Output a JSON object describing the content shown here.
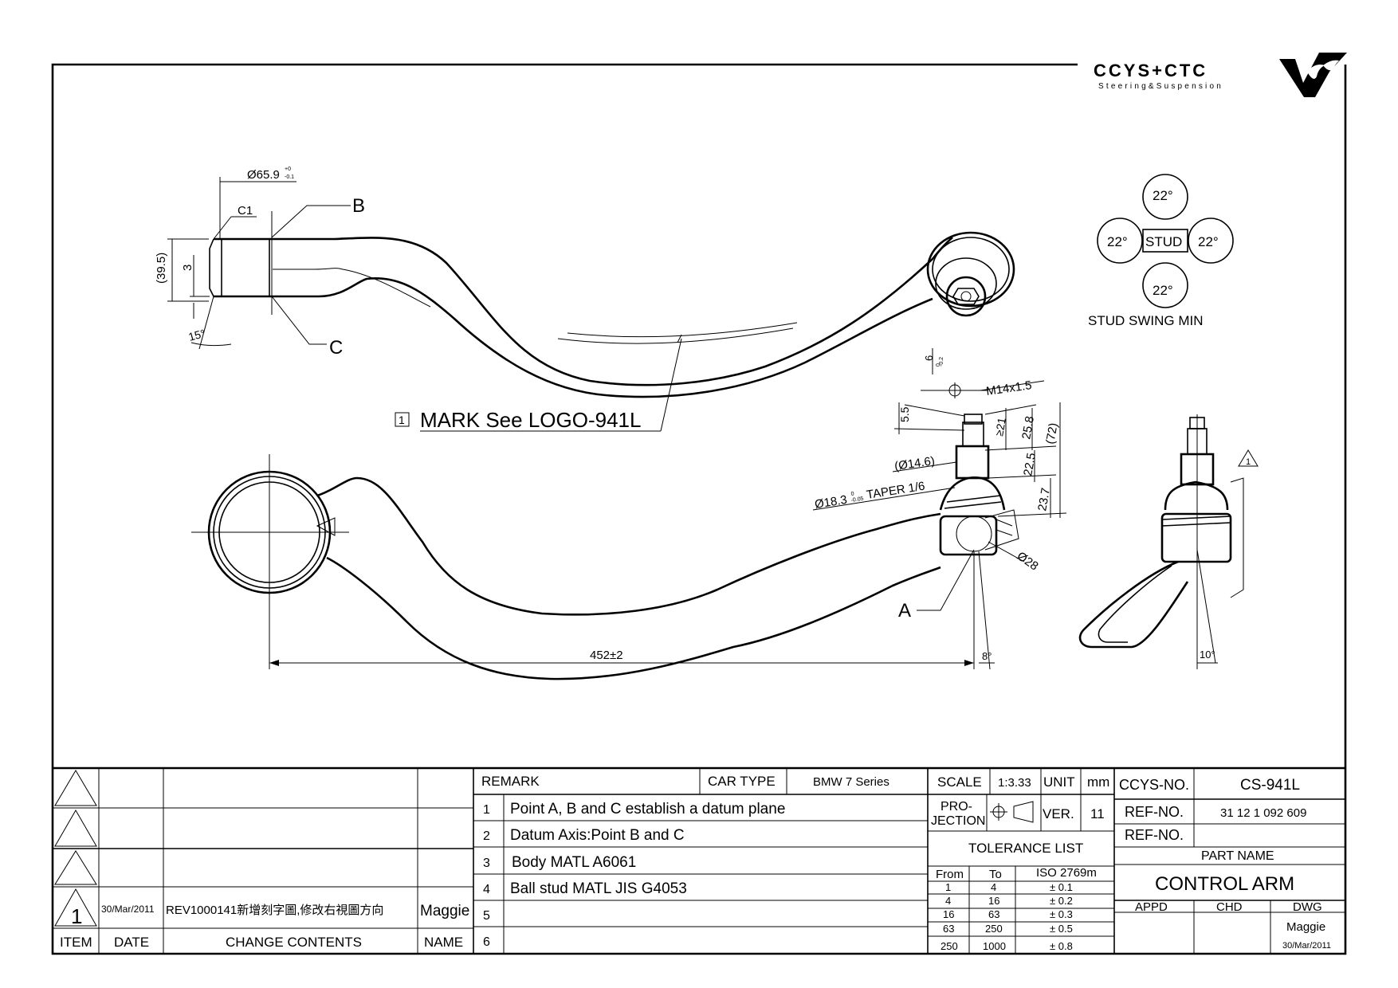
{
  "logo": {
    "brand": "CCYS+CTC",
    "tagline": "Steering&Suspension"
  },
  "drawing": {
    "mark_item": "1",
    "mark_note": "MARK See LOGO-941L",
    "dia_top": "Ø65.9",
    "dia_top_tol_upper": "+0",
    "dia_top_tol_lower": "-0.1",
    "chamfer": "C1",
    "point_b": "B",
    "point_c": "C",
    "point_a": "A",
    "dim_39_5": "(39.5)",
    "dim_3": "3",
    "angle_15": "15°",
    "length": "452±2",
    "angle_8": "8°",
    "angle_10": "10°",
    "thread": "M14x1.5",
    "dim_6": "6",
    "dim_6_tol_upper": "0",
    "dim_6_tol_lower": "-0.2",
    "dim_5_5": "5.5",
    "dim_21": "≥21",
    "dim_25_8": "25.8",
    "dim_22_5": "22.5",
    "dim_23_7": "23.7",
    "dim_72": "(72)",
    "dim_14_6": "(Ø14.6)",
    "taper": "Ø18.3",
    "taper_tol_upper": "0",
    "taper_tol_lower": "-0.05",
    "taper_label": "TAPER 1/6",
    "dim_28": "Ø28",
    "stud_top": "22°",
    "stud_left": "22°",
    "stud_right": "22°",
    "stud_bottom": "22°",
    "stud_center": "STUD",
    "stud_caption": "STUD SWING MIN",
    "warn_mark": "1"
  },
  "revisions": {
    "rows": [
      {
        "item": "",
        "date": "",
        "contents": "",
        "name": ""
      },
      {
        "item": "",
        "date": "",
        "contents": "",
        "name": ""
      },
      {
        "item": "",
        "date": "",
        "contents": "",
        "name": ""
      },
      {
        "item": "1",
        "date": "30/Mar/2011",
        "contents": "REV1000141新增刻字圖,修改右視圖方向",
        "name": "Maggie"
      }
    ],
    "header": {
      "item": "ITEM",
      "date": "DATE",
      "contents": "CHANGE CONTENTS",
      "name": "NAME"
    }
  },
  "remarks": {
    "header": "REMARK",
    "car_type_label": "CAR TYPE",
    "car_type": "BMW 7 Series",
    "items": [
      {
        "no": "1",
        "text": "Point A, B and C establish a datum plane"
      },
      {
        "no": "2",
        "text": "Datum Axis:Point B and C"
      },
      {
        "no": "3",
        "text": "Body MATL A6061"
      },
      {
        "no": "4",
        "text": "Ball stud MATL JIS G4053"
      },
      {
        "no": "5",
        "text": ""
      },
      {
        "no": "6",
        "text": ""
      }
    ]
  },
  "specs": {
    "scale_label": "SCALE",
    "scale": "1:3.33",
    "unit_label": "UNIT",
    "unit": "mm",
    "projection_label_1": "PRO-",
    "projection_label_2": "JECTION",
    "ver_label": "VER.",
    "ver": "11",
    "tolerance_title": "TOLERANCE LIST",
    "tolerance_header": {
      "from": "From",
      "to": "To",
      "iso": "ISO 2769m"
    },
    "tolerances": [
      {
        "from": "1",
        "to": "4",
        "tol": "± 0.1"
      },
      {
        "from": "4",
        "to": "16",
        "tol": "± 0.2"
      },
      {
        "from": "16",
        "to": "63",
        "tol": "± 0.3"
      },
      {
        "from": "63",
        "to": "250",
        "tol": "± 0.5"
      },
      {
        "from": "250",
        "to": "1000",
        "tol": "± 0.8"
      }
    ]
  },
  "title_block": {
    "ccys_no_label": "CCYS-NO.",
    "ccys_no": "CS-941L",
    "ref_no_label": "REF-NO.",
    "ref_no": "31 12 1 092 609",
    "ref_no2_label": "REF-NO.",
    "ref_no2": "",
    "part_name_label": "PART NAME",
    "part_name": "CONTROL ARM",
    "appd_label": "APPD",
    "chd_label": "CHD",
    "dwg_label": "DWG",
    "dwg_name": "Maggie",
    "dwg_date": "30/Mar/2011"
  }
}
